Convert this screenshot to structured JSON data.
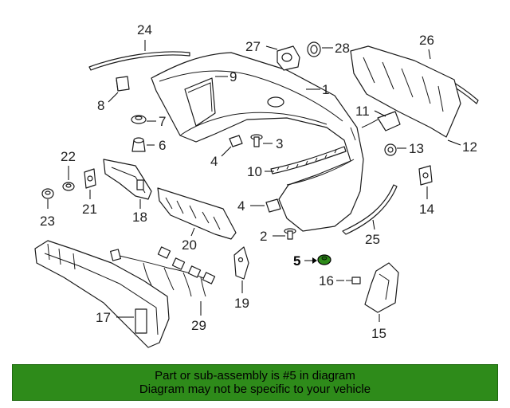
{
  "callouts": {
    "c1": "1",
    "c2a": "2",
    "c2b": "2",
    "c3": "3",
    "c4a": "4",
    "c4b": "4",
    "c5": "5",
    "c6": "6",
    "c7": "7",
    "c8": "8",
    "c9": "9",
    "c10": "10",
    "c11": "11",
    "c12": "12",
    "c13": "13",
    "c14": "14",
    "c15": "15",
    "c16": "16",
    "c17": "17",
    "c18": "18",
    "c19": "19",
    "c20": "20",
    "c21": "21",
    "c22": "22",
    "c23": "23",
    "c24": "24",
    "c25": "25",
    "c26": "26",
    "c27": "27",
    "c28": "28",
    "c29": "29"
  },
  "highlight_color": "#2e8b1a",
  "banner": {
    "line1": "Part or sub-assembly is #5 in diagram",
    "line2": "Diagram may not be specific to your vehicle"
  }
}
